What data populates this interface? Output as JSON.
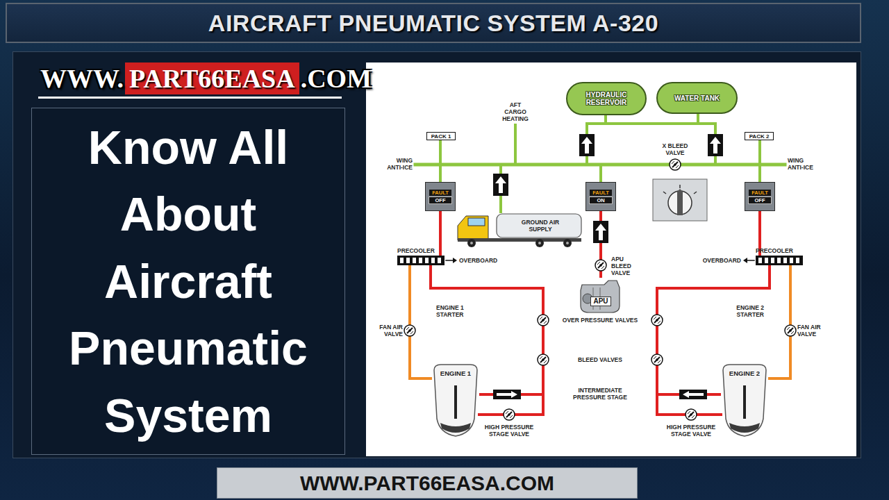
{
  "diagram": {
    "title": "AIRCRAFT PNEUMATIC SYSTEM A-320",
    "nodes": [
      {
        "text": [
          "PART66EASA"
        ]
      },
      {
        "text": [
          "Know All About Aircraft Pneumatic System"
        ]
      },
      {
        "text": [
          "HYDRAULIC RESERVOIR"
        ]
      },
      {
        "text": [
          "WATER TANK"
        ]
      },
      {
        "text": [
          "PACK 1"
        ]
      },
      {
        "text": [
          "PACK 2"
        ]
      },
      {
        "text": [
          "FAULT",
          "OFF"
        ]
      },
      {
        "text": [
          "FAULT",
          "ON"
        ]
      },
      {
        "text": [
          "FAULT",
          "OFF"
        ]
      },
      {
        "text": [
          "GROUND AIR SUPPLY"
        ]
      },
      {
        "text": [
          "PRECOOLER"
        ]
      },
      {
        "text": [
          "PRECOOLER"
        ]
      },
      {
        "text": [
          "APU"
        ]
      },
      {
        "text": [
          "ENGINE 1"
        ]
      },
      {
        "text": [
          "ENGINE 2"
        ]
      },
      {
        "text": [
          "WWW.PART66EASA.COM"
        ]
      }
    ],
    "edges": [
      {
        "from": 2,
        "to": 3,
        "arrow": "none"
      },
      {
        "from": 6,
        "to": 4,
        "arrow": "none"
      },
      {
        "from": 8,
        "to": 5,
        "arrow": "none"
      },
      {
        "from": 10,
        "to": 6,
        "arrow": "none"
      },
      {
        "from": 11,
        "to": 8,
        "arrow": "none"
      },
      {
        "from": 13,
        "to": 10,
        "arrow": "none"
      },
      {
        "from": 13,
        "to": 10,
        "arrow": "none"
      },
      {
        "from": 14,
        "to": 11,
        "arrow": "none"
      },
      {
        "from": 14,
        "to": 11,
        "arrow": "none"
      },
      {
        "from": 12,
        "to": 7,
        "arrow": "none"
      }
    ],
    "labels": [
      "WWW.",
      ".COM",
      "AFT CARGO HEATING",
      "WING ANTI-ICE",
      "X BLEED VALVE",
      "WING ANTI-ICE",
      "OVERBOARD",
      "APU BLEED VALVE",
      "OVERBOARD",
      "ENGINE 1 STARTER",
      "ENGINE 2 STARTER",
      "FAN AIR VALVE",
      "OVER PRESSURE VALVES",
      "FAN AIR VALVE",
      "BLEED VALVES",
      "INTERMEDIATE PRESSURE STAGE",
      "HIGH PRESSURE STAGE VALVE",
      "HIGH PRESSURE STAGE VALVE"
    ]
  }
}
